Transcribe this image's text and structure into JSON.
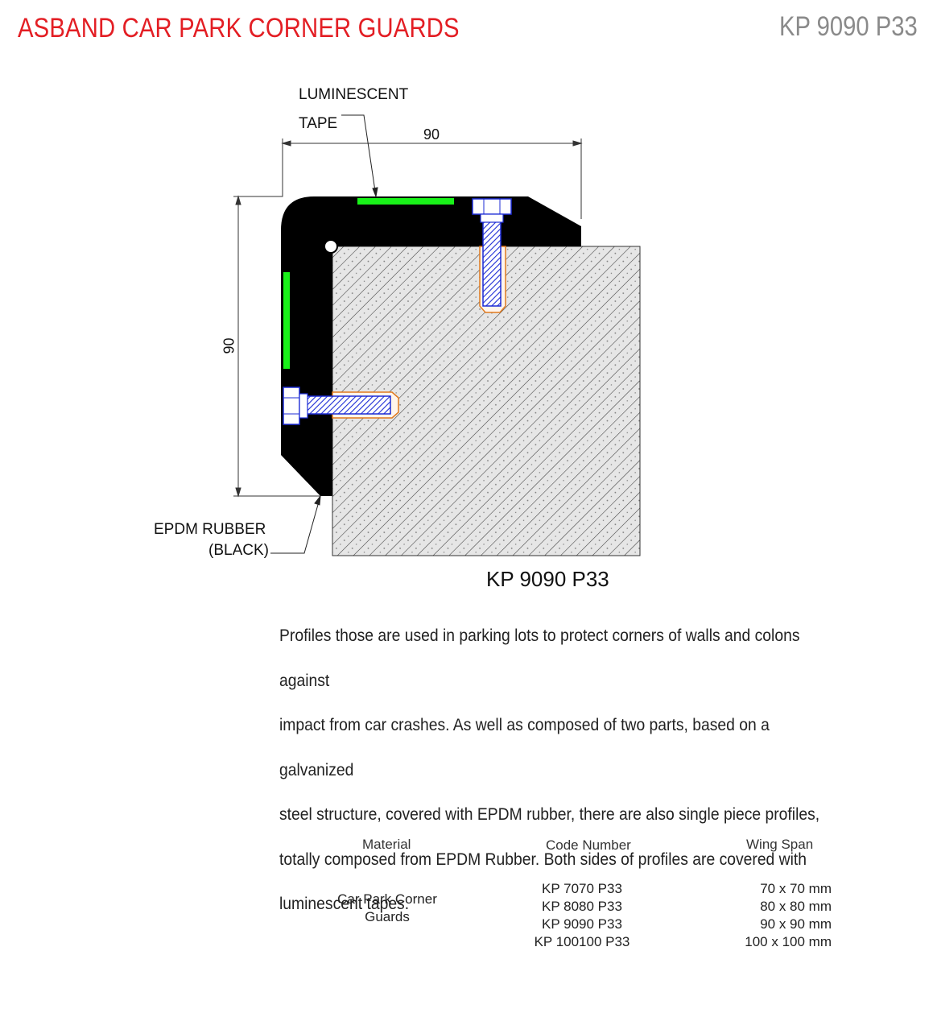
{
  "header": {
    "title": "ASBAND CAR PARK CORNER GUARDS",
    "code": "KP 9090 P33"
  },
  "drawing": {
    "label_tape_line1": "LUMINESCENT",
    "label_tape_line2": "TAPE",
    "label_rubber_line1": "EPDM RUBBER",
    "label_rubber_line2": "(BLACK)",
    "dim_horizontal": "90",
    "dim_vertical": "90",
    "caption": "KP 9090 P33",
    "colors": {
      "rubber": "#000000",
      "tape": "#19f219",
      "bolt": "#1c2bd6",
      "anchor": "#e07a1f",
      "title": "#e31e24"
    }
  },
  "description": [
    "Profiles those are used in parking lots to protect corners of walls and colons against",
    "impact from car crashes. As well as composed of two parts, based on a galvanized",
    "steel structure, covered with EPDM rubber, there are also single piece profiles,",
    "totally composed from EPDM Rubber. Both sides of profiles are covered with",
    "luminescent tapes."
  ],
  "table": {
    "headers": [
      "Material",
      "Code Number",
      "Wing Span"
    ],
    "material": [
      "Car Park Corner",
      "Guards"
    ],
    "codes": [
      "KP 7070 P33",
      "KP 8080 P33",
      "KP 9090 P33",
      "KP 100100 P33"
    ],
    "spans": [
      "70 x 70 mm",
      "80 x 80 mm",
      "90 x 90 mm",
      "100 x 100 mm"
    ]
  }
}
